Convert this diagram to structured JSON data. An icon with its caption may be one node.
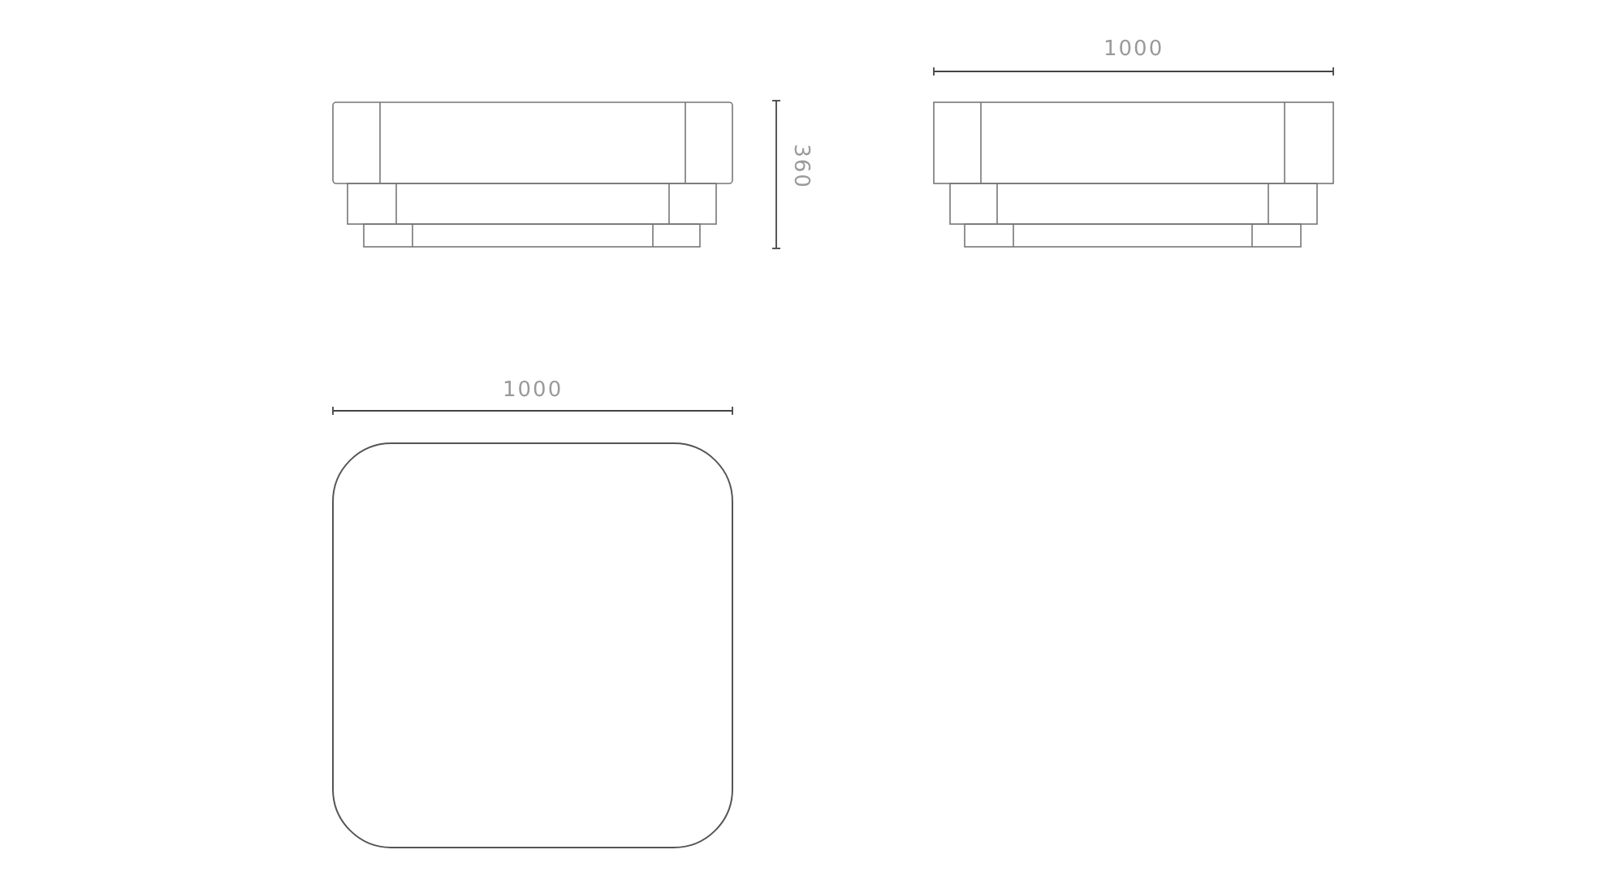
{
  "diagram": {
    "labels": [
      "1000",
      "360",
      "1000"
    ]
  }
}
